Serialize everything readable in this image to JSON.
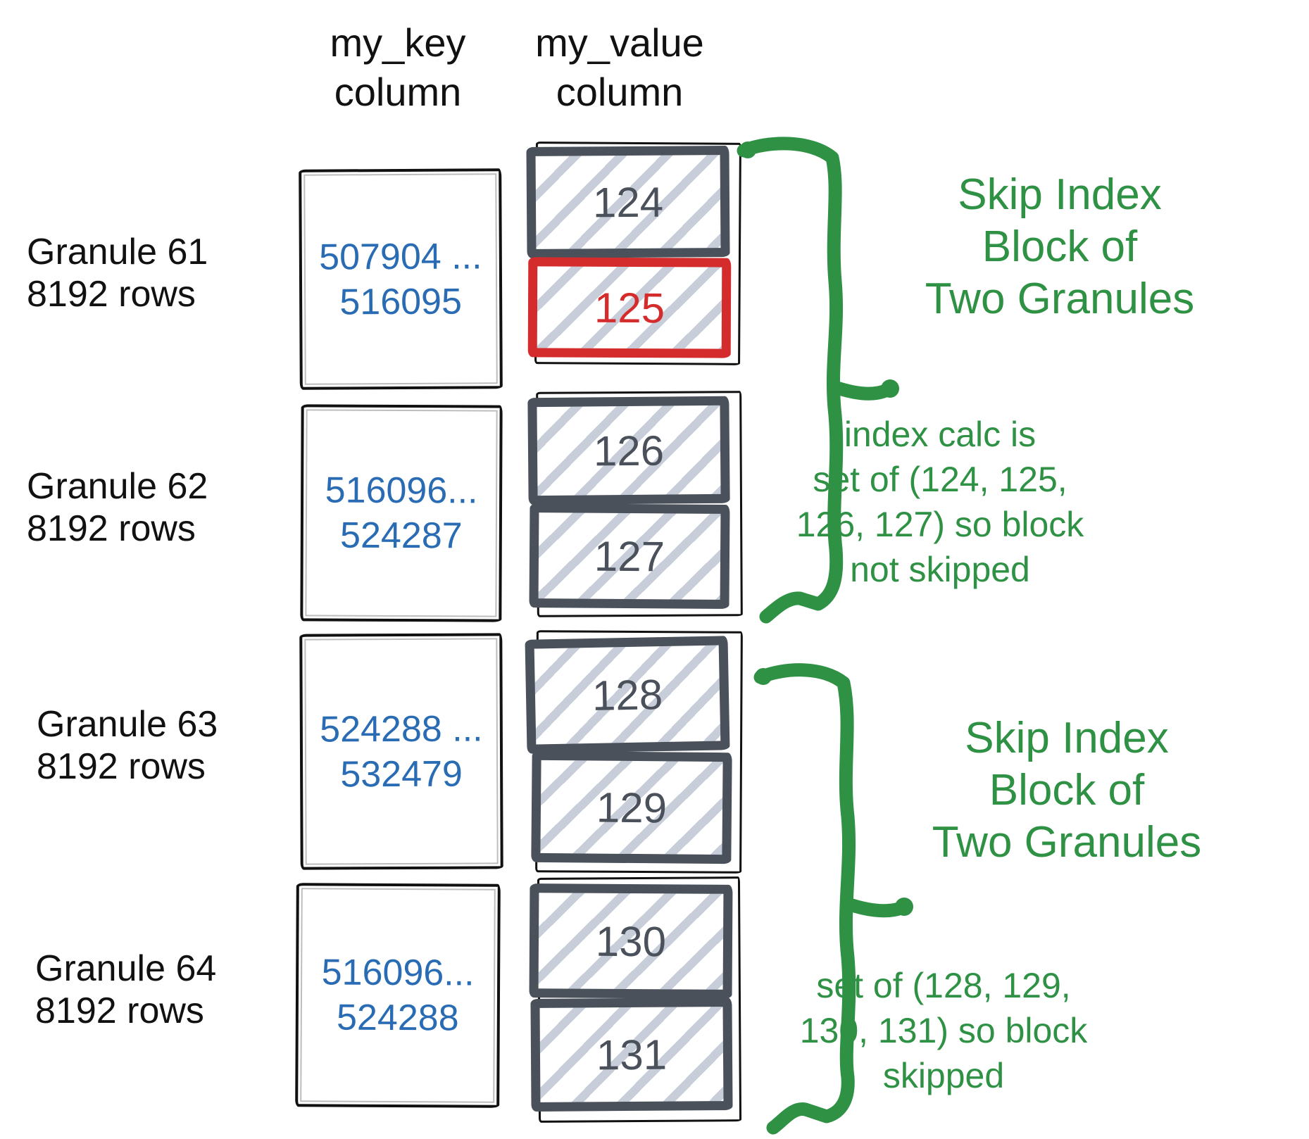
{
  "headers": {
    "key": [
      "my_key",
      "column"
    ],
    "value": [
      "my_value",
      "column"
    ]
  },
  "granules": [
    {
      "name": "Granule 61",
      "rows": "8192 rows",
      "key_range": [
        "507904 ...",
        "516095"
      ],
      "blocks": [
        {
          "value": "124"
        },
        {
          "value": "125",
          "highlight": "red"
        }
      ]
    },
    {
      "name": "Granule 62",
      "rows": "8192 rows",
      "key_range": [
        "516096...",
        "524287"
      ],
      "blocks": [
        {
          "value": "126"
        },
        {
          "value": "127"
        }
      ]
    },
    {
      "name": "Granule 63",
      "rows": "8192 rows",
      "key_range": [
        "524288 ...",
        "532479"
      ],
      "blocks": [
        {
          "value": "128"
        },
        {
          "value": "129"
        }
      ]
    },
    {
      "name": "Granule 64",
      "rows": "8192 rows",
      "key_range": [
        "516096...",
        "524288"
      ],
      "blocks": [
        {
          "value": "130"
        },
        {
          "value": "131"
        }
      ]
    }
  ],
  "annotations": [
    {
      "lines": [
        "Skip Index",
        "Block of",
        "Two Granules"
      ]
    },
    {
      "lines": [
        "index calc is",
        "set of (124, 125,",
        "126, 127) so block",
        "not skipped"
      ]
    },
    {
      "lines": [
        "Skip Index",
        "Block of",
        "Two Granules"
      ]
    },
    {
      "lines": [
        "set of (128, 129,",
        "130, 131) so block",
        "skipped"
      ]
    }
  ],
  "colors": {
    "green": "#2e9144",
    "blue": "#2a6cb4",
    "red": "#d42c2c",
    "slate": "#4a515b",
    "hatch": "#c7cdd9",
    "ink": "#111111"
  }
}
